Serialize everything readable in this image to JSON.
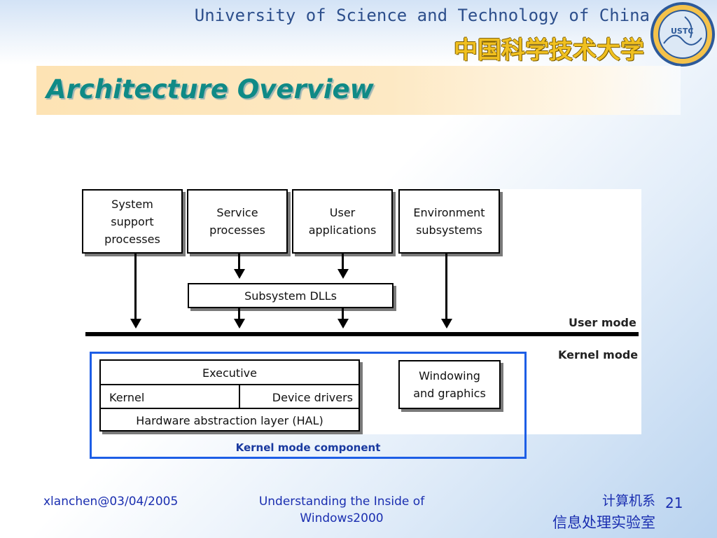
{
  "header": {
    "university_en": "University of Science and Technology of China",
    "university_cn": "中国科学技术大学",
    "logo_text": "USTC"
  },
  "slide": {
    "title": "Architecture Overview"
  },
  "diagram": {
    "user_boxes": [
      {
        "name": "system-support-processes",
        "label": "System\nsupport\nprocesses"
      },
      {
        "name": "service-processes",
        "label": "Service\nprocesses"
      },
      {
        "name": "user-applications",
        "label": "User\napplications"
      },
      {
        "name": "environment-subsystems",
        "label": "Environment\nsubsystems"
      }
    ],
    "subsystem_dlls": "Subsystem DLLs",
    "user_mode": "User mode",
    "kernel_mode": "Kernel mode",
    "executive": "Executive",
    "kernel": "Kernel",
    "device_drivers": "Device drivers",
    "hal": "Hardware abstraction layer (HAL)",
    "windowing": "Windowing\nand graphics",
    "kernel_caption": "Kernel mode component"
  },
  "footer": {
    "author_date": "xlanchen@03/04/2005",
    "course_line1": "Understanding the Inside of",
    "course_line2": "Windows2000",
    "dept_line1": "计算机系",
    "dept_line2": "信息处理实验室",
    "page_number": "21"
  }
}
